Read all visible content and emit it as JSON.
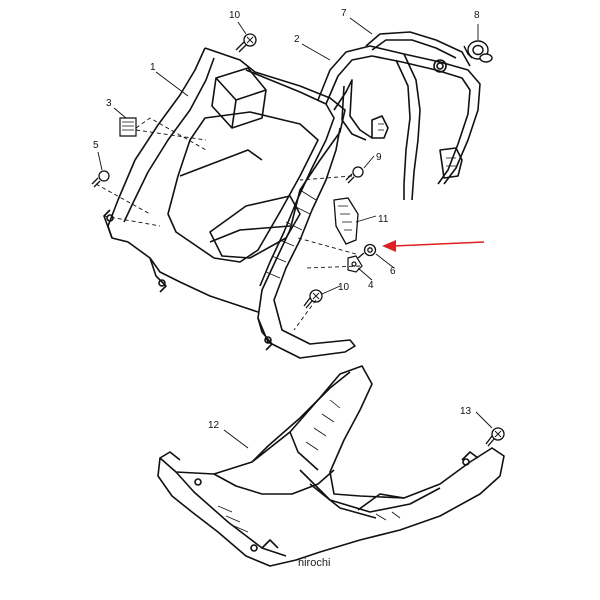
{
  "callouts": {
    "c1": "1",
    "c2": "2",
    "c3": "3",
    "c4": "4",
    "c5": "5",
    "c6": "6",
    "c7": "7",
    "c8": "8",
    "c9": "9",
    "c10a": "10",
    "c10b": "10",
    "c11": "11",
    "c12": "12",
    "c13": "13"
  },
  "watermark": "hirochi",
  "highlight_color": "#e02020",
  "line_color": "#111111"
}
